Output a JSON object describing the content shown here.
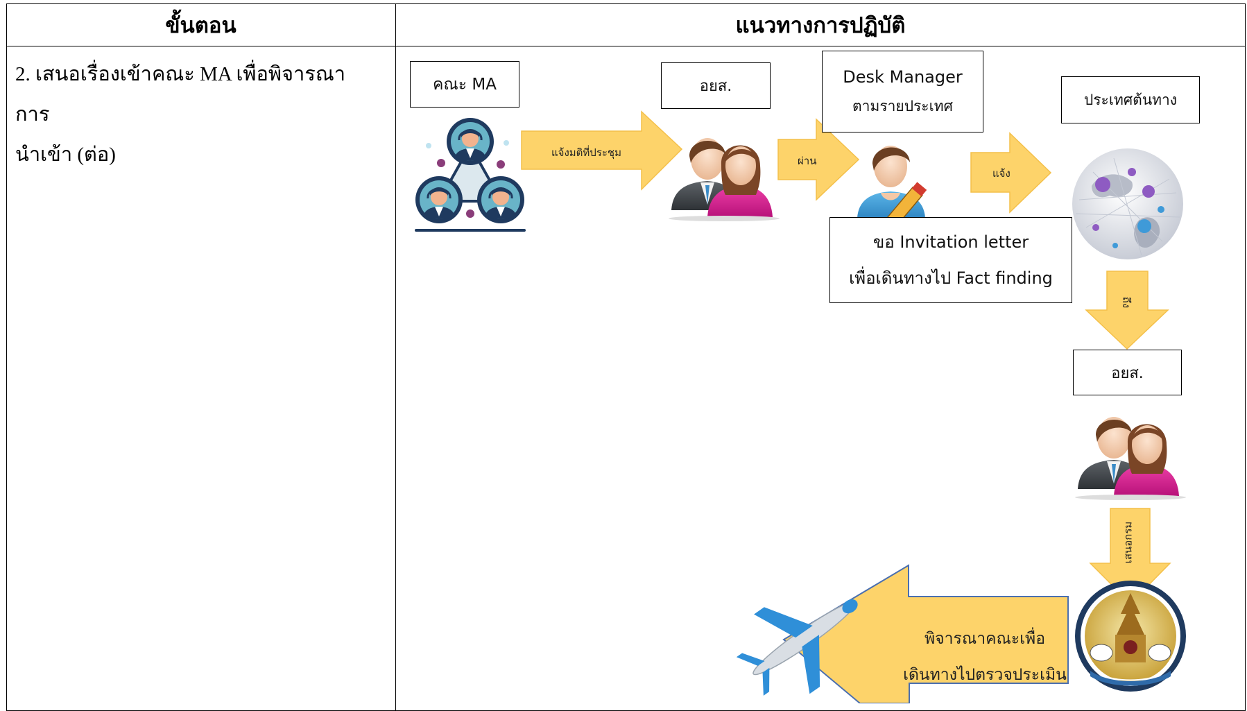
{
  "table": {
    "header_step": "ขั้นตอน",
    "header_guideline": "แนวทางการปฏิบัติ",
    "step_line1": "2. เสนอเรื่องเข้าคณะ MA เพื่อพิจารณาการ",
    "step_line2": "นำเข้า (ต่อ)"
  },
  "boxes": {
    "ma_committee": "คณะ MA",
    "ayos_top": "อยส.",
    "desk_manager_line1": "Desk Manager",
    "desk_manager_line2": "ตามรายประเทศ",
    "origin_country": "ประเทศต้นทาง",
    "invitation_line1": "ขอ Invitation letter",
    "invitation_line2": "เพื่อเดินทางไป Fact finding",
    "ayos_bottom": "อยส."
  },
  "arrows": {
    "notify_resolution": "แจ้งมติที่ประชุม",
    "via": "ผ่าน",
    "notify": "แจ้ง",
    "to": "ถึง",
    "propose": "เสนอกรม",
    "consider_line1": "พิจารณาคณะเพื่อ",
    "consider_line2": "เดินทางไปตรวจประเมิน"
  },
  "icons": [
    "team-icon",
    "man-woman-icon",
    "desk-manager-icon",
    "globe-network-icon",
    "department-seal-icon",
    "airplane-icon"
  ],
  "colors": {
    "arrow_fill": "#FDD36A",
    "arrow_stroke": "#F4C04A",
    "magenta": "#D81F8E",
    "navy": "#1F3A5F"
  }
}
